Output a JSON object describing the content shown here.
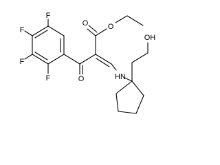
{
  "molecule": {
    "atoms": {
      "f_top": "F",
      "f_upper_left": "F",
      "f_lower_left": "F",
      "f_bottom": "F",
      "o_ketone": "O",
      "o_carbonyl_ester": "O",
      "o_ether_ester": "O",
      "nh_amine": "HN",
      "oh_hydroxyl": "OH"
    }
  }
}
